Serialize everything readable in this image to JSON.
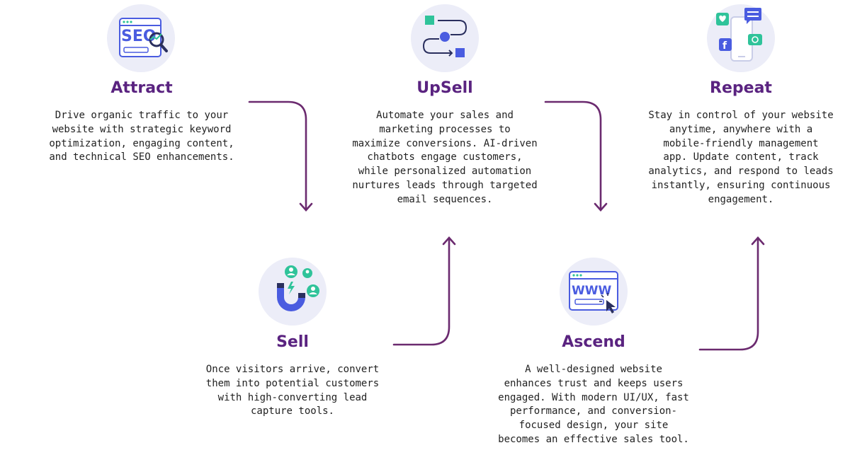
{
  "colors": {
    "title": "#5a2380",
    "connector": "#6b2a6f",
    "icon_bg": "#ecedf8",
    "icon_blue": "#4a5ce0",
    "icon_green": "#2fc39a",
    "icon_dark": "#2a2f5e"
  },
  "steps": {
    "attract": {
      "title": "Attract",
      "icon": "seo-icon",
      "icon_text": "SEO",
      "lines": [
        "Drive organic traffic to your",
        "website with strategic keyword",
        "optimization, engaging content,",
        "and technical SEO enhancements."
      ]
    },
    "sell": {
      "title": "Sell",
      "icon": "magnet-icon",
      "lines": [
        "Once visitors arrive, convert",
        "them into potential customers",
        "with high-converting lead",
        "capture tools."
      ]
    },
    "upsell": {
      "title": "UpSell",
      "icon": "automation-flow-icon",
      "lines": [
        "Automate your sales and",
        "marketing processes to",
        "maximize conversions. AI-driven",
        "chatbots engage customers,",
        "while personalized automation",
        "nurtures leads through targeted",
        "email sequences."
      ]
    },
    "ascend": {
      "title": "Ascend",
      "icon": "website-www-icon",
      "icon_text": "WWW",
      "lines": [
        "A well-designed website",
        "enhances trust and keeps users",
        "engaged. With modern UI/UX, fast",
        "performance, and conversion-",
        "focused design, your site",
        "becomes an effective sales tool."
      ]
    },
    "repeat": {
      "title": "Repeat",
      "icon": "mobile-app-icon",
      "lines": [
        "Stay in control of your website",
        "anytime, anywhere with a",
        "mobile-friendly management",
        "app. Update content, track",
        "analytics, and respond to leads",
        "instantly, ensuring continuous",
        "engagement."
      ]
    }
  }
}
